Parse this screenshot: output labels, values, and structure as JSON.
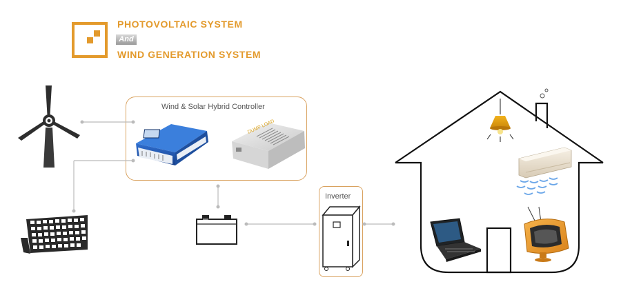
{
  "header": {
    "line1": "PHOTOVOLTAIC SYSTEM",
    "line2": "And",
    "line3": "WIND GENERATION SYSTEM"
  },
  "controller": {
    "label": "Wind & Solar Hybrid Controller",
    "dump_load_label": "DUMP LOAD"
  },
  "inverter": {
    "label": "Inverter"
  },
  "colors": {
    "accent": "#e39a2c",
    "panel_border": "#d9a25f",
    "connector": "#bbbbbb",
    "line": "#222222"
  }
}
